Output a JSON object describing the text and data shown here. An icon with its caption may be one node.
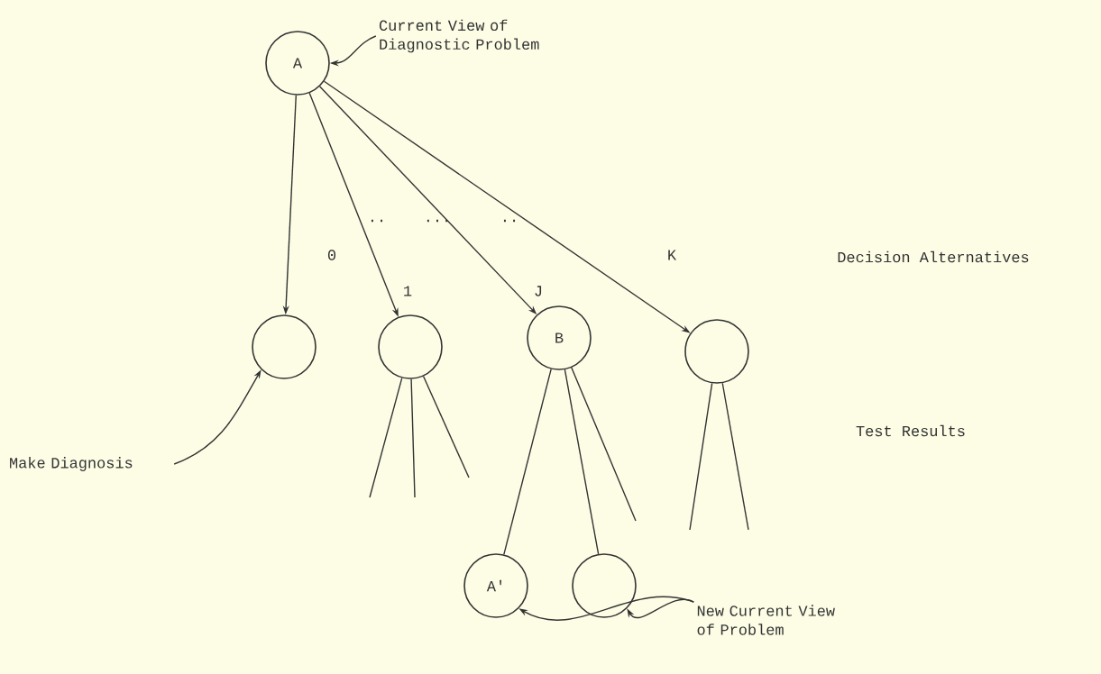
{
  "diagram": {
    "nodes": [
      {
        "text": [
          "A"
        ]
      },
      {
        "text": [
          "Current View of Diagnostic Problem"
        ]
      },
      {
        "text": [],
        "shape": "circle"
      },
      {
        "text": [],
        "shape": "circle"
      },
      {
        "text": [
          "B"
        ]
      },
      {
        "text": [],
        "shape": "circle"
      },
      {
        "text": [
          "A'"
        ]
      },
      {
        "text": [],
        "shape": "circle"
      },
      {
        "text": [
          "Make Diagnosis"
        ]
      },
      {
        "text": [
          "New Current View of Problem"
        ]
      }
    ],
    "edges": [
      {
        "from": 1,
        "to": 0,
        "arrow": "to"
      },
      {
        "from": 0,
        "to": 2,
        "arrow": "to",
        "label": "0"
      },
      {
        "from": 0,
        "to": 3,
        "arrow": "to",
        "label": "1"
      },
      {
        "from": 0,
        "to": 4,
        "arrow": "to",
        "label": "J"
      },
      {
        "from": 0,
        "to": 5,
        "arrow": "to",
        "label": "K"
      },
      {
        "from": 8,
        "to": 2,
        "arrow": "to"
      },
      {
        "from": 3,
        "to": null,
        "arrow": "none"
      },
      {
        "from": 3,
        "to": null,
        "arrow": "none"
      },
      {
        "from": 3,
        "to": null,
        "arrow": "none"
      },
      {
        "from": 4,
        "to": 6,
        "arrow": "none"
      },
      {
        "from": 4,
        "to": 7,
        "arrow": "none"
      },
      {
        "from": 4,
        "to": null,
        "arrow": "none"
      },
      {
        "from": 5,
        "to": null,
        "arrow": "none"
      },
      {
        "from": 5,
        "to": null,
        "arrow": "none"
      },
      {
        "from": 9,
        "to": 6,
        "arrow": "to"
      },
      {
        "from": 9,
        "to": 7,
        "arrow": "to"
      }
    ],
    "labels": [
      "..",
      "...",
      "..",
      "Decision Alternatives",
      "Test Results"
    ]
  }
}
